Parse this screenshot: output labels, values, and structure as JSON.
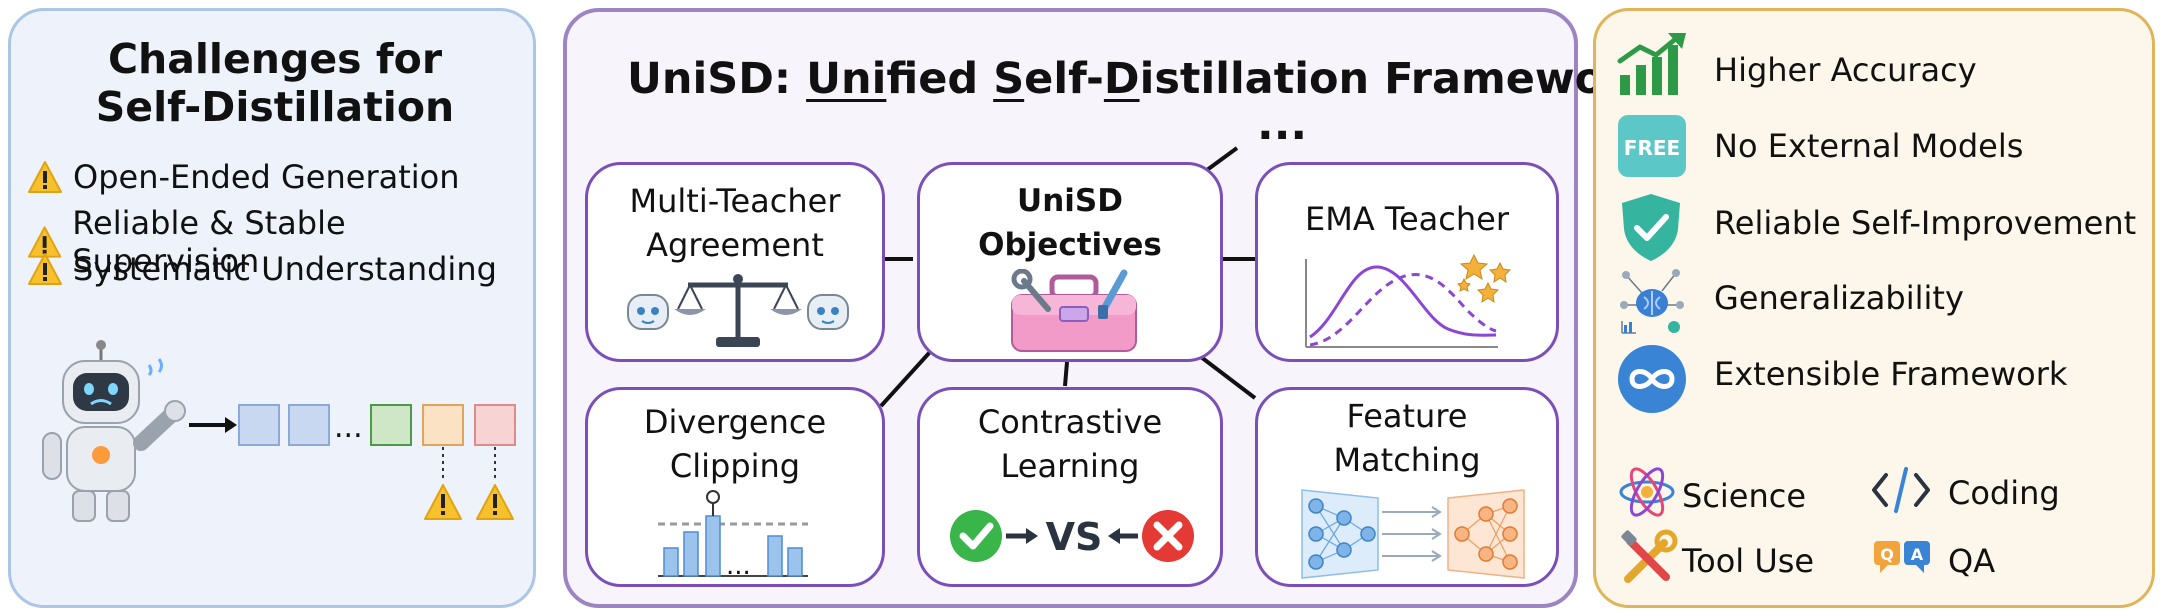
{
  "left_panel": {
    "title_line1": "Challenges for",
    "title_line2": "Self-Distillation",
    "challenges": [
      "Open-Ended Generation",
      "Reliable & Stable Supervision",
      "Systematic Understanding"
    ],
    "ellipsis": "..."
  },
  "center_panel": {
    "title_parts": [
      "UniSD: ",
      "Uni",
      "fied ",
      "S",
      "elf-",
      "D",
      "istillation Framework"
    ],
    "more": "...",
    "hub": {
      "line1": "UniSD",
      "line2": "Objectives"
    },
    "modules": [
      {
        "line1": "Multi-Teacher",
        "line2": "Agreement"
      },
      {
        "line1": "EMA Teacher",
        "line2": ""
      },
      {
        "line1": "Divergence",
        "line2": "Clipping"
      },
      {
        "line1": "Contrastive",
        "line2": "Learning"
      },
      {
        "line1": "Feature",
        "line2": "Matching"
      }
    ],
    "vs_label": "VS",
    "bar_ellipsis": "..."
  },
  "right_panel": {
    "benefits": [
      {
        "label": "Higher Accuracy",
        "icon": "growth-chart-icon"
      },
      {
        "label": "No External Models",
        "icon": "free-badge-icon"
      },
      {
        "label": "Reliable Self-Improvement",
        "icon": "shield-check-icon"
      },
      {
        "label": "Generalizability",
        "icon": "brain-network-icon"
      },
      {
        "label": "Extensible Framework",
        "icon": "infinity-icon"
      }
    ],
    "free_badge": "FREE",
    "domains": [
      {
        "label": "Science",
        "icon": "atom-icon"
      },
      {
        "label": "Coding",
        "icon": "code-icon"
      },
      {
        "label": "Tool Use",
        "icon": "tools-icon"
      },
      {
        "label": "QA",
        "icon": "qa-icon"
      }
    ],
    "qa_badge_letters": [
      "Q",
      "A"
    ]
  },
  "colors": {
    "left_bg": "#eef3fb",
    "left_border": "#a9c6e6",
    "mid_bg": "#f7f4fb",
    "mid_border": "#9d85c4",
    "box_border": "#7b4fb8",
    "right_bg": "#fcf7ea",
    "right_border": "#dfb45a",
    "accent_green": "#2e9a47",
    "accent_teal": "#5bc7c6",
    "accent_blue": "#3a84d6"
  }
}
